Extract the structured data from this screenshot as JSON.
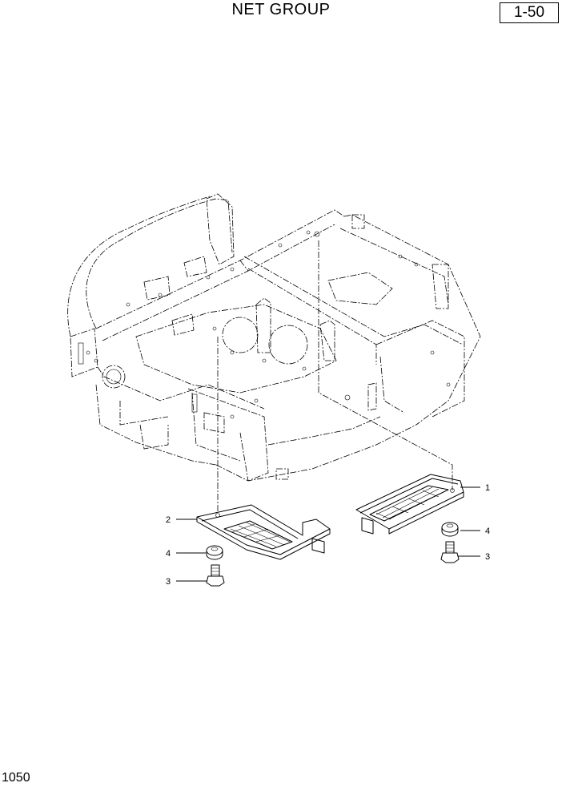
{
  "header": {
    "title": "NET GROUP",
    "page_code": "1-50"
  },
  "footer": {
    "page_number": "1050"
  },
  "callouts": [
    {
      "id": "1",
      "label": "1"
    },
    {
      "id": "2",
      "label": "2"
    },
    {
      "id": "3a",
      "label": "3"
    },
    {
      "id": "3b",
      "label": "3"
    },
    {
      "id": "4a",
      "label": "4"
    },
    {
      "id": "4b",
      "label": "4"
    }
  ]
}
